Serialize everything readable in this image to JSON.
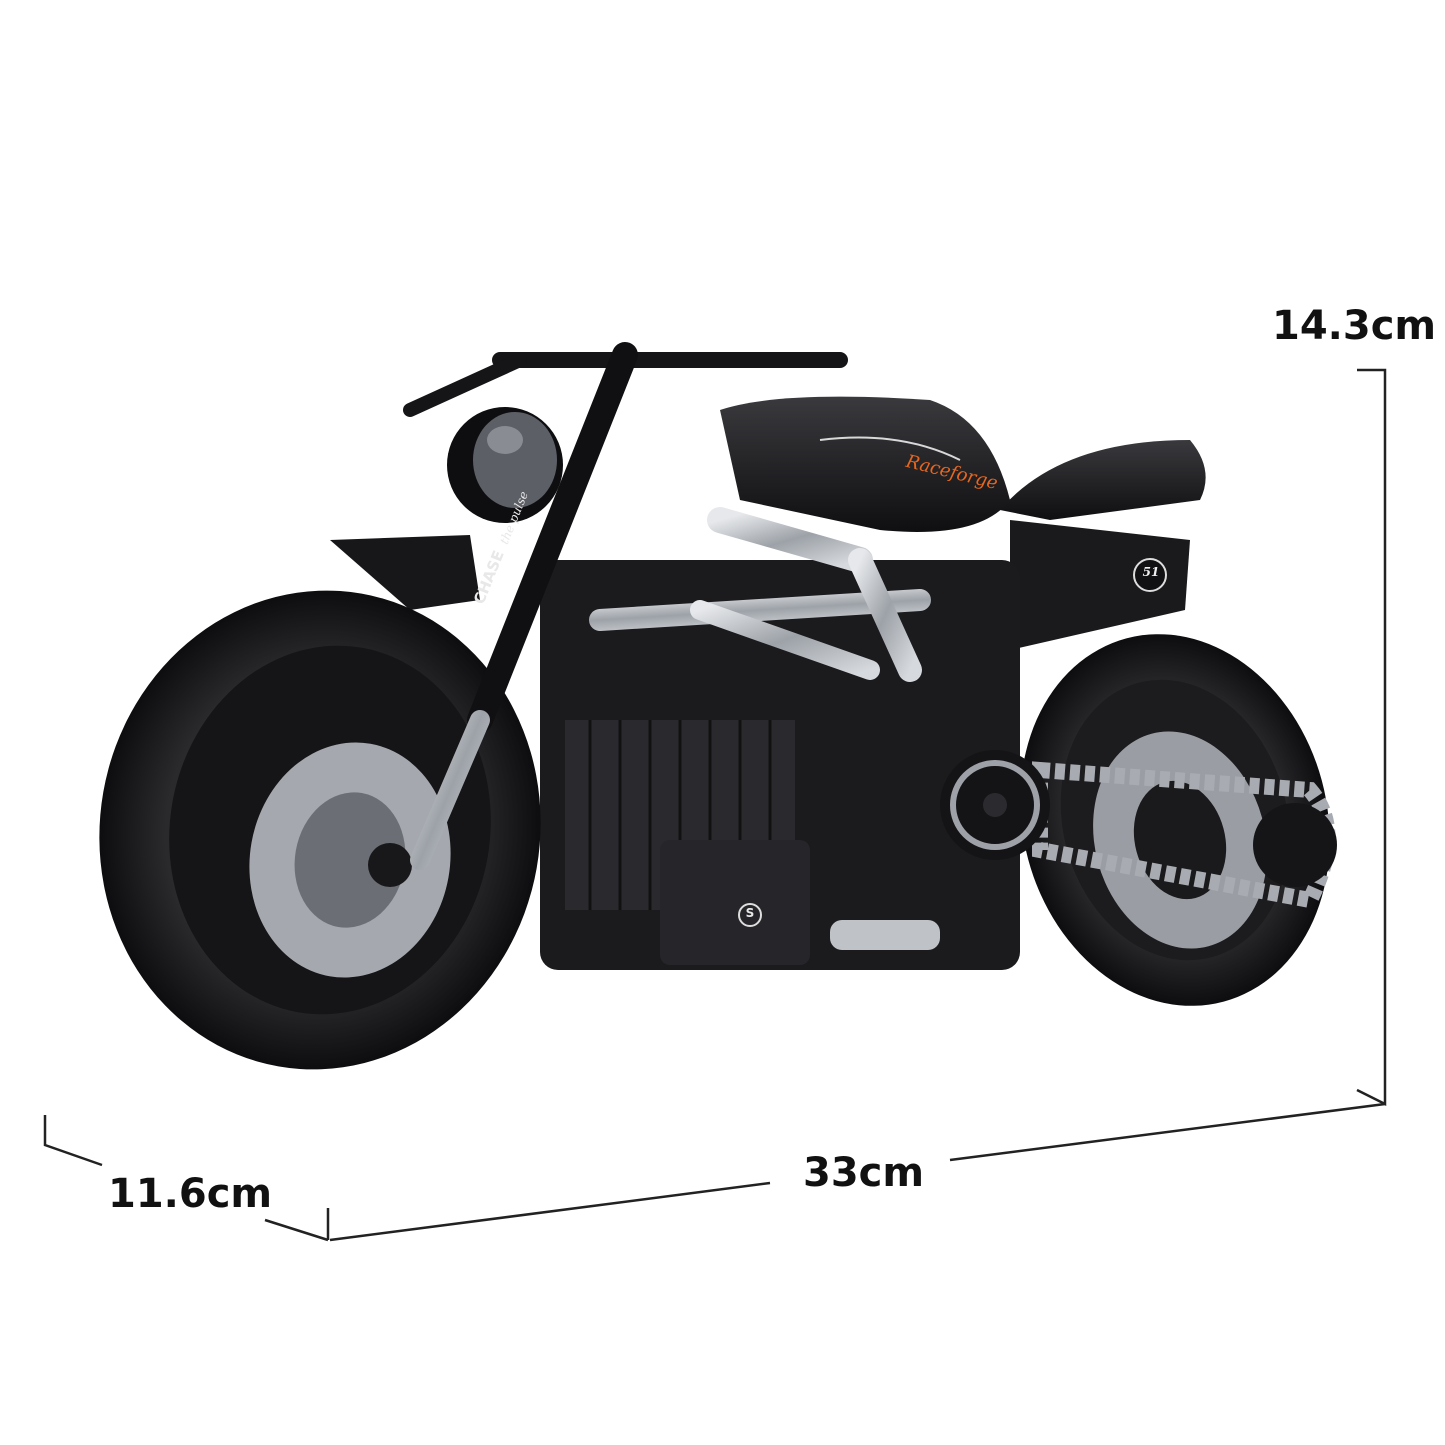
{
  "dimensions": {
    "height": "14.3cm",
    "length": "33cm",
    "width": "11.6cm"
  },
  "model": {
    "tank_logo": "Raceforge",
    "fork_text": "CHASE",
    "fork_subtext": "the pulse",
    "side_number": "51",
    "badge_letter": "S"
  },
  "colors": {
    "background": "#ffffff",
    "body": "#1a1a1c",
    "chrome": "#b8bcc2",
    "accent": "#e8661e",
    "line": "#222222"
  }
}
